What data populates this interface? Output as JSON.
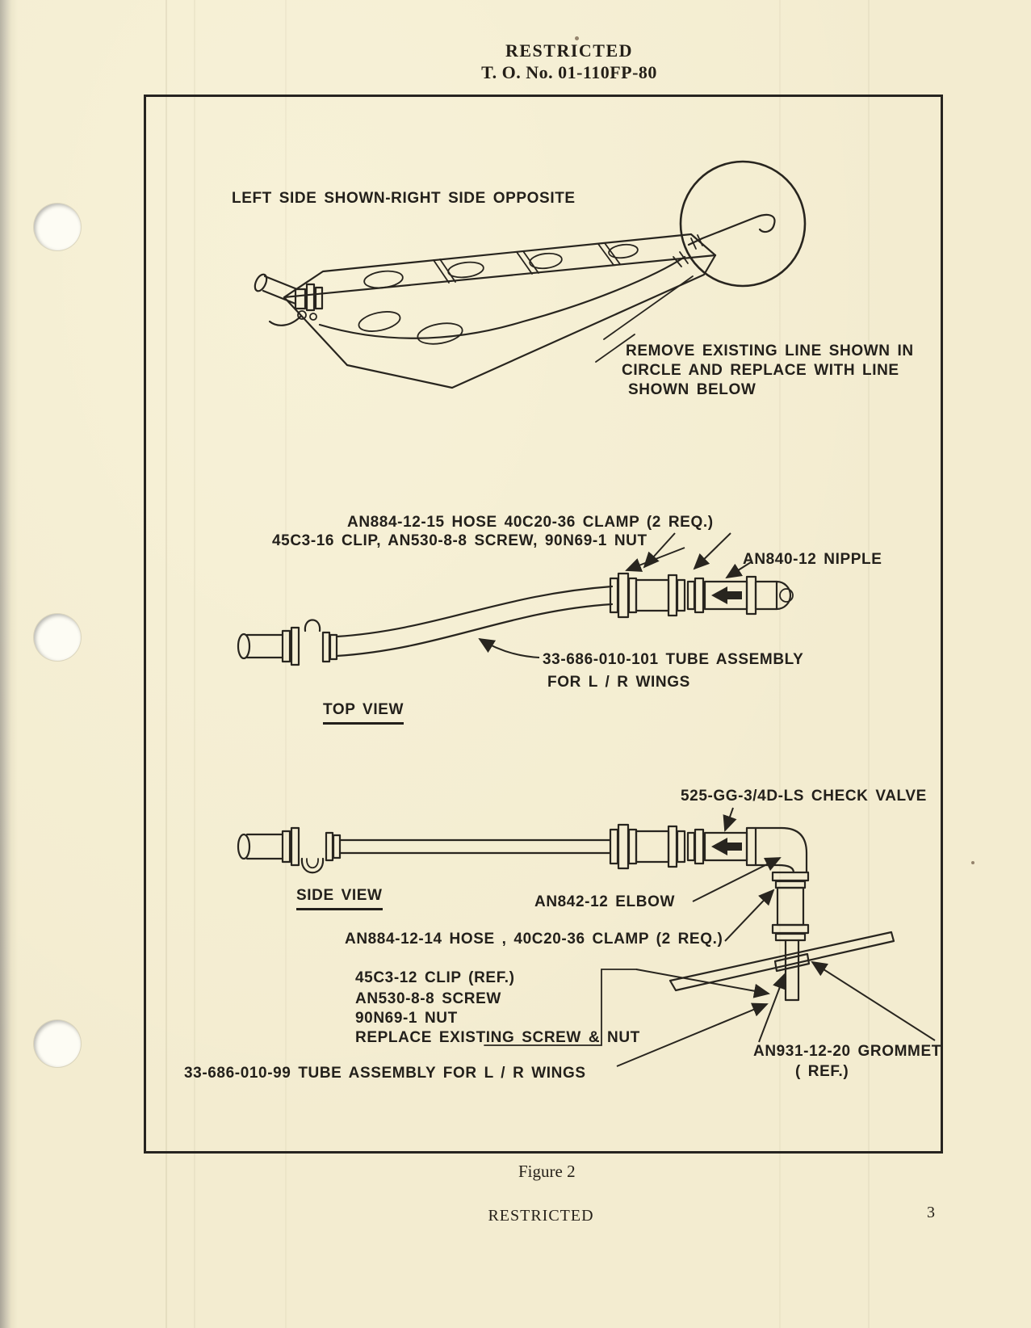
{
  "colors": {
    "paper": "#f3ecd0",
    "ink": "#28251f"
  },
  "header": {
    "classification": "RESTRICTED",
    "to_number": "T. O. No. 01-110FP-80"
  },
  "figure": {
    "caption": "Figure 2",
    "wing_view_note": "LEFT SIDE SHOWN-RIGHT SIDE OPPOSITE",
    "detail_note": {
      "line1": "REMOVE EXISTING LINE SHOWN IN",
      "line2": "CIRCLE AND REPLACE WITH LINE",
      "line3": "SHOWN BELOW"
    },
    "top_view": {
      "view_label": "TOP VIEW",
      "hose_clamp_callout": "AN884-12-15 HOSE  40C20-36 CLAMP (2 REQ.)",
      "clip_screw_nut_callout": "45C3-16 CLIP, AN530-8-8 SCREW, 90N69-1 NUT",
      "nipple_callout": "AN840-12 NIPPLE",
      "tube_assembly_callout": "33-686-010-101  TUBE ASSEMBLY",
      "tube_assembly_callout_line2": "FOR L / R WINGS"
    },
    "side_view": {
      "view_label": "SIDE VIEW",
      "check_valve_callout": "525-GG-3/4D-LS CHECK VALVE",
      "elbow_callout": "AN842-12 ELBOW",
      "hose_clamp_callout": "AN884-12-14 HOSE , 40C20-36 CLAMP (2 REQ.)",
      "clip_block": [
        "45C3-12 CLIP (REF.)",
        "AN530-8-8 SCREW",
        "90N69-1 NUT",
        "REPLACE EXISTING SCREW & NUT"
      ],
      "grommet_callout": "AN931-12-20 GROMMET",
      "grommet_callout_ref": "( REF.)",
      "tube_assembly_callout": "33-686-010-99  TUBE ASSEMBLY FOR L / R WINGS"
    }
  },
  "footer": {
    "classification": "RESTRICTED",
    "page_number": "3"
  }
}
